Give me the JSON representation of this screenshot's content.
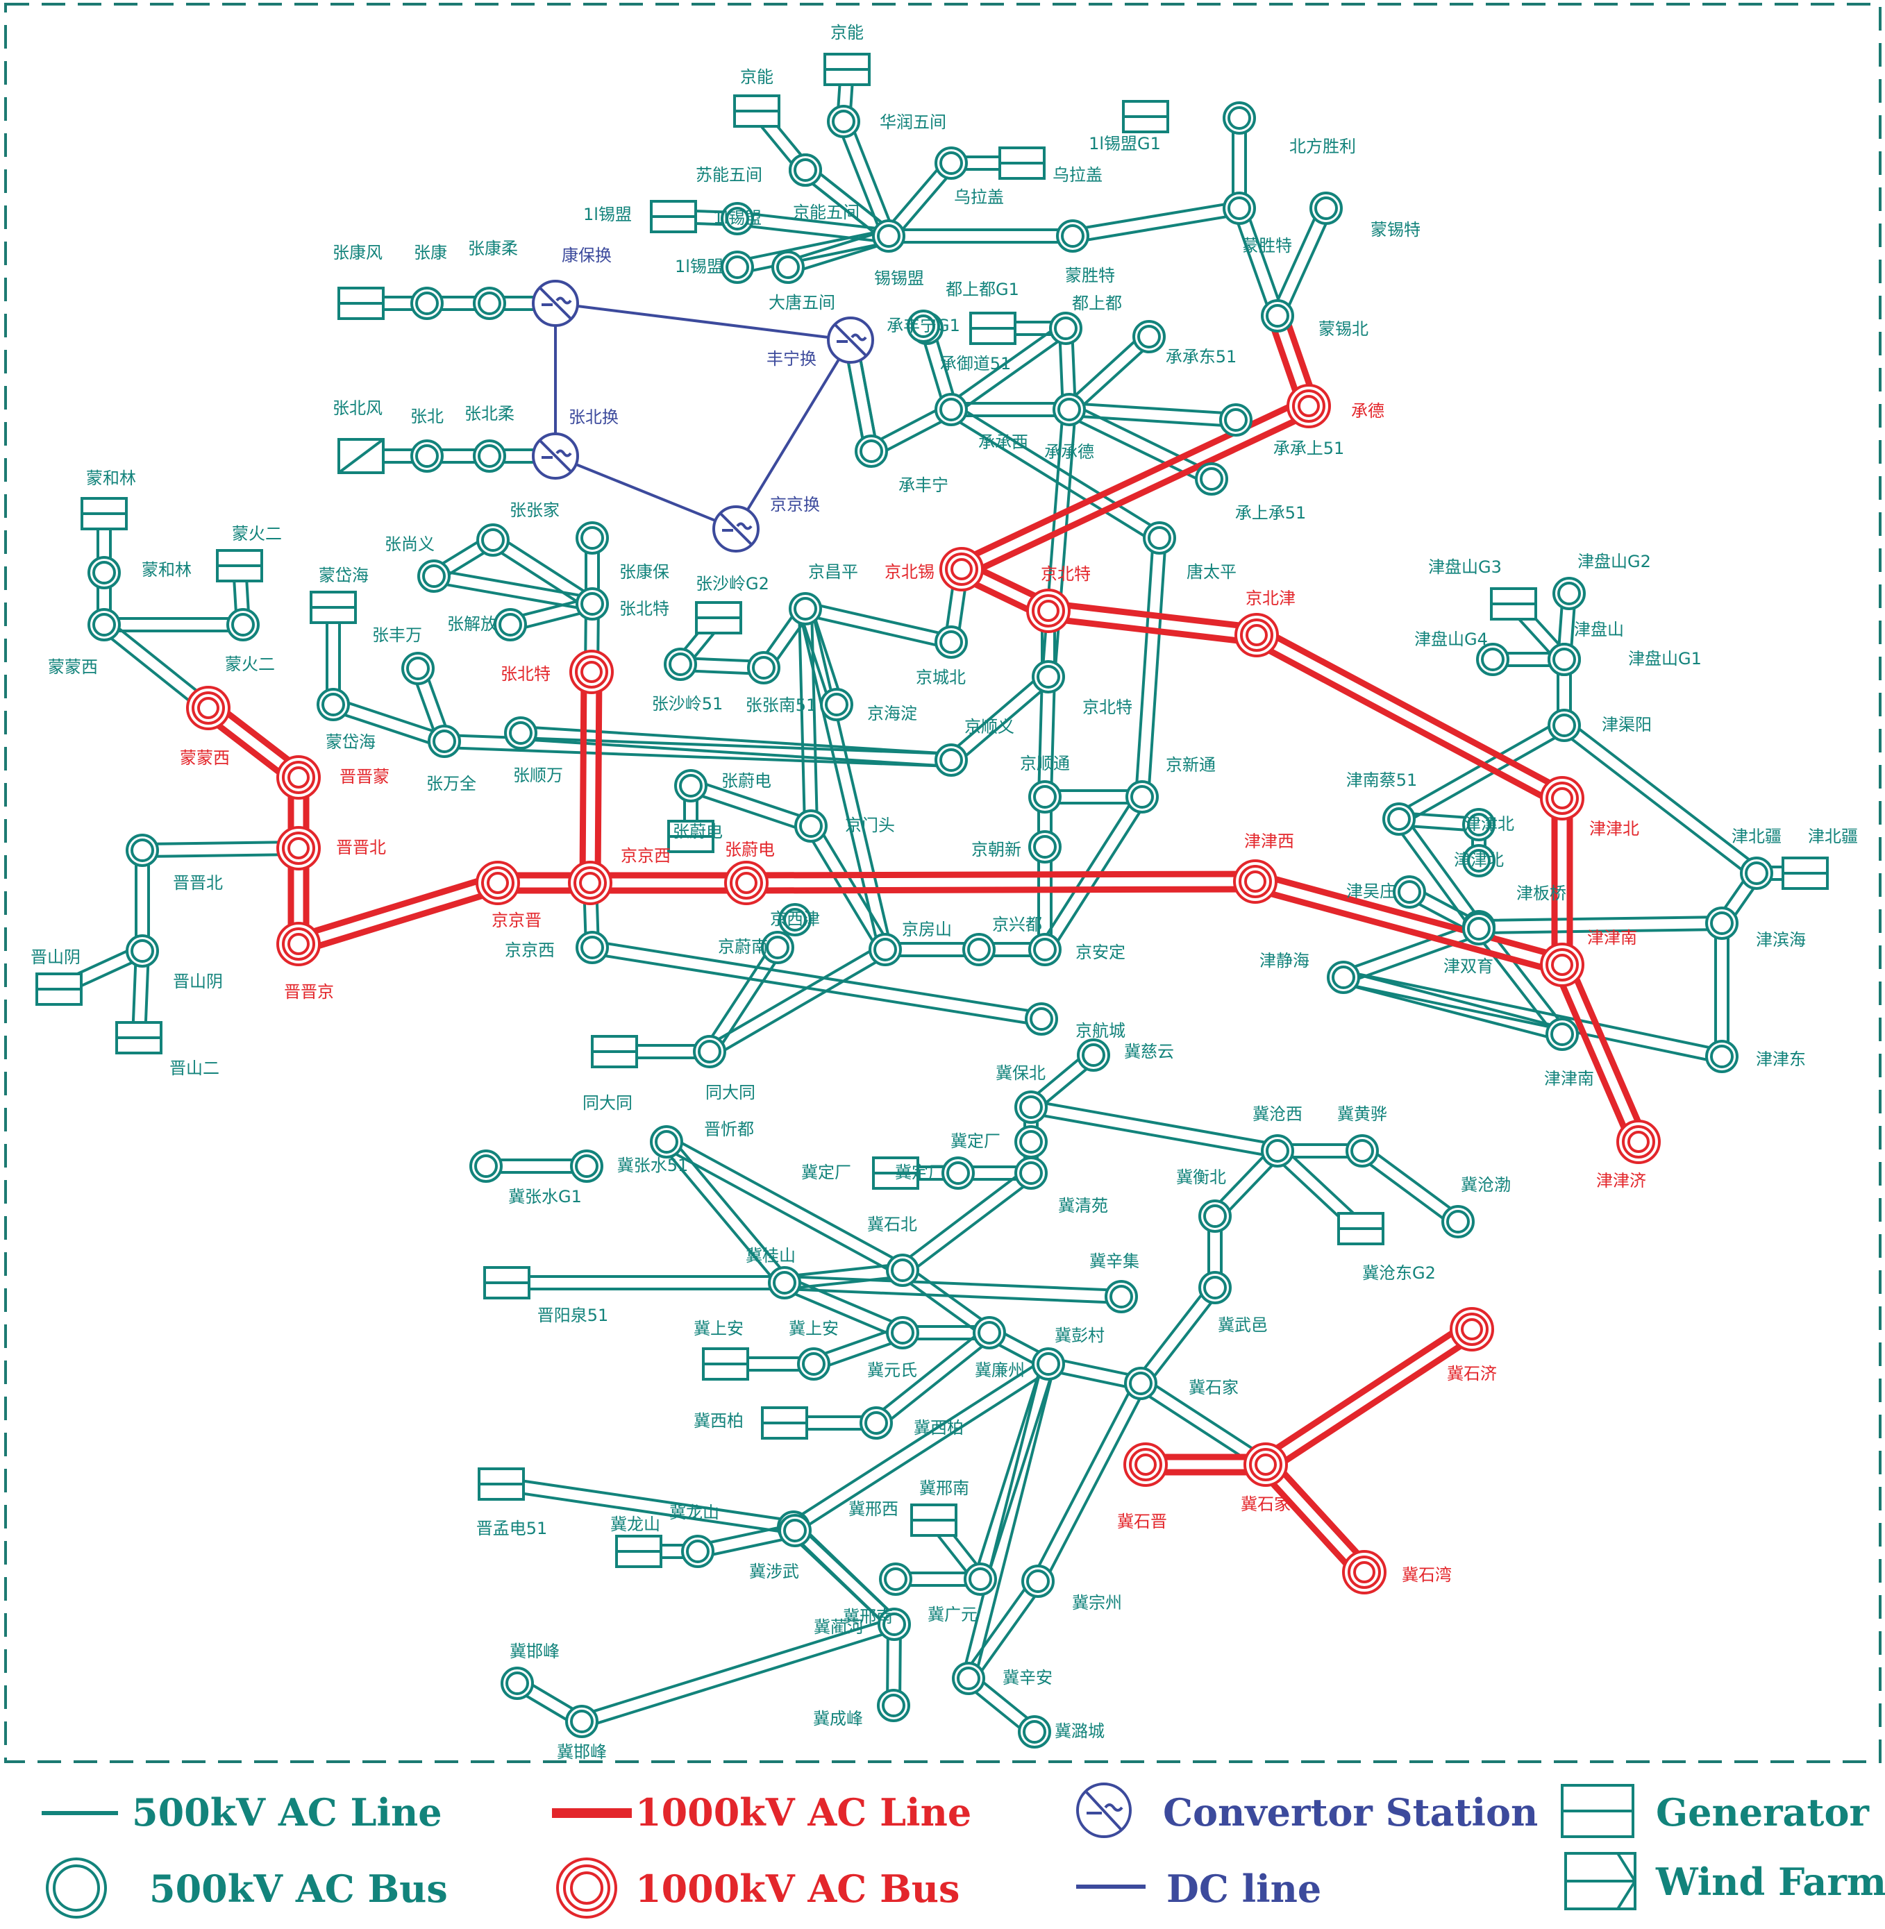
{
  "colors": {
    "ac500": "#12837b",
    "ac1000": "#e3262b",
    "dc": "#3c4a9c",
    "convertor": "#3c4a9c",
    "label_500": "#12837b",
    "label_1000": "#e3262b",
    "border": "#1c7a72"
  },
  "legend": {
    "ac500_line": "500kV AC Line",
    "ac1000_line": "1000kV AC Line",
    "convertor": "Convertor Station",
    "generator": "Generator",
    "ac500_bus": "500kV AC Bus",
    "ac1000_bus": "1000kV AC Bus",
    "dc_line": "DC line",
    "wind_farm": "Wind Farm"
  },
  "nodes": {
    "jingneng1": {
      "label": "京能",
      "kind": "gen"
    },
    "jingneng2": {
      "label": "京能",
      "kind": "gen"
    },
    "huarun": {
      "label": "华润五间",
      "kind": "bus"
    },
    "suneng": {
      "label": "苏能五间",
      "kind": "bus"
    },
    "jingnengwu": {
      "label": "京能五间",
      "kind": "bus"
    },
    "xixi": {
      "label": "锡锡盟",
      "kind": "bus"
    },
    "wula": {
      "label": "乌拉盖",
      "kind": "bus"
    },
    "wulaG": {
      "label": "乌拉盖",
      "kind": "gen"
    },
    "xm1G": {
      "label": "1l锡盟",
      "kind": "gen"
    },
    "xm1": {
      "label": "1l锡盟",
      "kind": "bus"
    },
    "xm2": {
      "label": "1l锡盟",
      "kind": "bus"
    },
    "datang": {
      "label": "大唐五间",
      "kind": "bus"
    },
    "mengsheng": {
      "label": "蒙胜特",
      "kind": "bus"
    },
    "beifang": {
      "label": "北方胜利",
      "kind": "bus"
    },
    "xmG1": {
      "label": "1l锡盟G1",
      "kind": "gen"
    },
    "mengsheng2": {
      "label": "蒙胜特",
      "kind": "bus"
    },
    "mengxi": {
      "label": "蒙锡特",
      "kind": "bus"
    },
    "mengxibei": {
      "label": "蒙锡北",
      "kind": "bus"
    },
    "chengde": {
      "label": "承德",
      "kind": "bus1000"
    },
    "zkfG": {
      "label": "张康风",
      "kind": "gen"
    },
    "zk": {
      "label": "张康",
      "kind": "bus"
    },
    "zkr": {
      "label": "张康柔",
      "kind": "bus"
    },
    "kbh": {
      "label": "康保换",
      "kind": "conv"
    },
    "fnh": {
      "label": "丰宁换",
      "kind": "conv"
    },
    "zbfW": {
      "label": "张北风",
      "kind": "wind"
    },
    "zb": {
      "label": "张北",
      "kind": "bus"
    },
    "zbr": {
      "label": "张北柔",
      "kind": "bus"
    },
    "zbh": {
      "label": "张北换",
      "kind": "conv"
    },
    "jjh": {
      "label": "京京换",
      "kind": "conv"
    },
    "dsdG": {
      "label": "都上都G1",
      "kind": "gen"
    },
    "dsd": {
      "label": "都上都",
      "kind": "bus"
    },
    "cyd51": {
      "label": "承御道51",
      "kind": "bus"
    },
    "ccd51": {
      "label": "承承东51",
      "kind": "bus"
    },
    "ccx": {
      "label": "承承西",
      "kind": "bus"
    },
    "cchd": {
      "label": "承承德",
      "kind": "bus"
    },
    "cfn": {
      "label": "承丰宁",
      "kind": "bus"
    },
    "csc51a": {
      "label": "承上承51",
      "kind": "bus"
    },
    "csc51b": {
      "label": "承承上51",
      "kind": "bus"
    },
    "cfnG1": {
      "label": "承丰宁G1",
      "kind": "bus"
    },
    "tangtp": {
      "label": "唐太平",
      "kind": "bus"
    },
    "jbx": {
      "label": "京北锡",
      "kind": "bus1000"
    },
    "jbt": {
      "label": "京北特",
      "kind": "bus1000"
    },
    "jbj": {
      "label": "京北津",
      "kind": "bus1000"
    },
    "jcb": {
      "label": "京城北",
      "kind": "bus"
    },
    "jbt5": {
      "label": "京北特",
      "kind": "bus"
    },
    "mhlG": {
      "label": "蒙和林",
      "kind": "gen"
    },
    "mhl": {
      "label": "蒙和林",
      "kind": "bus"
    },
    "mhe2G": {
      "label": "蒙火二",
      "kind": "gen"
    },
    "mhe2": {
      "label": "蒙火二",
      "kind": "bus"
    },
    "mmx": {
      "label": "蒙蒙西",
      "kind": "bus"
    },
    "mmx1000": {
      "label": "蒙蒙西",
      "kind": "bus1000"
    },
    "jjm": {
      "label": "晋晋蒙",
      "kind": "bus1000"
    },
    "jjb1000": {
      "label": "晋晋北",
      "kind": "bus1000"
    },
    "jjj": {
      "label": "晋晋京",
      "kind": "bus1000"
    },
    "jjb": {
      "label": "晋晋北",
      "kind": "bus"
    },
    "jsy": {
      "label": "晋山阴",
      "kind": "bus"
    },
    "jsyG": {
      "label": "晋山阴",
      "kind": "gen"
    },
    "js2G": {
      "label": "晋山二",
      "kind": "gen"
    },
    "mdhG": {
      "label": "蒙岱海",
      "kind": "gen"
    },
    "mdh": {
      "label": "蒙岱海",
      "kind": "bus"
    },
    "zsy": {
      "label": "张尚义",
      "kind": "bus"
    },
    "zzj": {
      "label": "张张家",
      "kind": "bus"
    },
    "zkb": {
      "label": "张康保",
      "kind": "bus"
    },
    "zbt": {
      "label": "张北特",
      "kind": "bus"
    },
    "zjf": {
      "label": "张解放",
      "kind": "bus"
    },
    "zfw": {
      "label": "张丰万",
      "kind": "bus"
    },
    "zwq": {
      "label": "张万全",
      "kind": "bus"
    },
    "zsw": {
      "label": "张顺万",
      "kind": "bus"
    },
    "zbt1000": {
      "label": "张北特",
      "kind": "bus1000"
    },
    "zslG2G": {
      "label": "张沙岭G2",
      "kind": "gen"
    },
    "zsl51": {
      "label": "张沙岭51",
      "kind": "bus"
    },
    "zzn51": {
      "label": "张张南51",
      "kind": "bus"
    },
    "jcp": {
      "label": "京昌平",
      "kind": "bus"
    },
    "jhd": {
      "label": "京海淀",
      "kind": "bus"
    },
    "jsy2": {
      "label": "京顺义",
      "kind": "bus"
    },
    "jst": {
      "label": "京顺通",
      "kind": "bus"
    },
    "jxt": {
      "label": "京新通",
      "kind": "bus"
    },
    "zydG": {
      "label": "张蔚电",
      "kind": "gen"
    },
    "zyd": {
      "label": "张蔚电",
      "kind": "bus"
    },
    "jmt": {
      "label": "京门头",
      "kind": "bus"
    },
    "jcx": {
      "label": "京朝新",
      "kind": "bus"
    },
    "jjx1000": {
      "label": "京京西",
      "kind": "bus1000"
    },
    "jjp": {
      "label": "京京晋",
      "kind": "bus1000"
    },
    "zyd1000": {
      "label": "张蔚电",
      "kind": "bus1000"
    },
    "jxj": {
      "label": "京西津",
      "kind": "bus"
    },
    "jjx": {
      "label": "京京西",
      "kind": "bus"
    },
    "jyn": {
      "label": "京蔚南",
      "kind": "bus"
    },
    "jfs": {
      "label": "京房山",
      "kind": "bus"
    },
    "jxd": {
      "label": "京兴都",
      "kind": "bus"
    },
    "jad": {
      "label": "京安定",
      "kind": "bus"
    },
    "jhc": {
      "label": "京航城",
      "kind": "bus"
    },
    "tddG": {
      "label": "同大同",
      "kind": "gen"
    },
    "tdd": {
      "label": "同大同",
      "kind": "bus"
    },
    "tjx": {
      "label": "津津西",
      "kind": "bus1000"
    },
    "tjb1000": {
      "label": "津津北",
      "kind": "bus1000"
    },
    "tjn1000": {
      "label": "津津南",
      "kind": "bus1000"
    },
    "tjj": {
      "label": "津津济",
      "kind": "bus1000"
    },
    "tpsG3": {
      "label": "津盘山G3",
      "kind": "gen"
    },
    "tpsG2": {
      "label": "津盘山G2",
      "kind": "bus"
    },
    "tpsG4": {
      "label": "津盘山G4",
      "kind": "bus"
    },
    "tps": {
      "label": "津盘山",
      "kind": "bus"
    },
    "tpsG1": {
      "label": "津盘山G1",
      "kind": "bus"
    },
    "tqy": {
      "label": "津渠阳",
      "kind": "bus"
    },
    "tnc51": {
      "label": "津南蔡51",
      "kind": "bus"
    },
    "tjb": {
      "label": "津津北",
      "kind": "bus"
    },
    "tjb2": {
      "label": "津津北",
      "kind": "bus"
    },
    "twz": {
      "label": "津吴庄",
      "kind": "bus"
    },
    "tbq": {
      "label": "津板桥",
      "kind": "bus"
    },
    "tbj": {
      "label": "津北疆",
      "kind": "bus"
    },
    "tbjG": {
      "label": "津北疆",
      "kind": "gen"
    },
    "tsy": {
      "label": "津双育",
      "kind": "bus"
    },
    "tjh": {
      "label": "津静海",
      "kind": "bus"
    },
    "tbh": {
      "label": "津滨海",
      "kind": "bus"
    },
    "tjd": {
      "label": "津津东",
      "kind": "bus"
    },
    "tjn": {
      "label": "津津南",
      "kind": "bus"
    },
    "jbb": {
      "label": "冀保北",
      "kind": "bus"
    },
    "jcy": {
      "label": "冀慈云",
      "kind": "bus"
    },
    "jdc": {
      "label": "冀定厂",
      "kind": "bus"
    },
    "jdcG": {
      "label": "冀定厂",
      "kind": "gen"
    },
    "jdc2": {
      "label": "冀定厂",
      "kind": "bus"
    },
    "jqy": {
      "label": "冀清苑",
      "kind": "bus"
    },
    "jzs": {
      "label": "冀张水51",
      "kind": "bus"
    },
    "jzsG1": {
      "label": "冀张水G1",
      "kind": "bus"
    },
    "jxd2": {
      "label": "晋忻都",
      "kind": "bus"
    },
    "jcx2": {
      "label": "冀沧西",
      "kind": "bus"
    },
    "jhh": {
      "label": "冀黄骅",
      "kind": "bus"
    },
    "jhb": {
      "label": "冀衡北",
      "kind": "bus"
    },
    "jcb2": {
      "label": "冀沧渤",
      "kind": "bus"
    },
    "jcdG2": {
      "label": "冀沧东G2",
      "kind": "gen"
    },
    "jsb": {
      "label": "冀石北",
      "kind": "bus"
    },
    "jgs": {
      "label": "冀桂山",
      "kind": "bus"
    },
    "jyqG": {
      "label": "晋阳泉51",
      "kind": "gen"
    },
    "jxj2": {
      "label": "冀辛集",
      "kind": "bus"
    },
    "jwy": {
      "label": "冀武邑",
      "kind": "bus"
    },
    "jsaG": {
      "label": "冀上安",
      "kind": "gen"
    },
    "jsa": {
      "label": "冀上安",
      "kind": "bus"
    },
    "jys": {
      "label": "冀元氏",
      "kind": "bus"
    },
    "jlz": {
      "label": "冀廉州",
      "kind": "bus"
    },
    "jpc": {
      "label": "冀彭村",
      "kind": "bus"
    },
    "jsj": {
      "label": "冀石家",
      "kind": "bus"
    },
    "jsj1000": {
      "label": "冀石济",
      "kind": "bus1000"
    },
    "jsjia": {
      "label": "冀石家",
      "kind": "bus1000"
    },
    "jsjin": {
      "label": "冀石晋",
      "kind": "bus1000"
    },
    "jsw": {
      "label": "冀石湾",
      "kind": "bus1000"
    },
    "jxbG": {
      "label": "冀西柏",
      "kind": "gen"
    },
    "jxb": {
      "label": "冀西柏",
      "kind": "bus"
    },
    "jmdG": {
      "label": "晋孟电51",
      "kind": "gen"
    },
    "jxx": {
      "label": "冀邢西",
      "kind": "bus"
    },
    "jxnG": {
      "label": "冀邢南",
      "kind": "gen"
    },
    "jxn": {
      "label": "冀邢南",
      "kind": "bus"
    },
    "jlsG": {
      "label": "冀龙山",
      "kind": "gen"
    },
    "jls": {
      "label": "冀龙山",
      "kind": "bus"
    },
    "jsw2": {
      "label": "冀涉武",
      "kind": "bus"
    },
    "jgy": {
      "label": "冀广元",
      "kind": "bus"
    },
    "jzz": {
      "label": "冀宗州",
      "kind": "bus"
    },
    "jlh": {
      "label": "冀蔺河",
      "kind": "bus"
    },
    "jhf1": {
      "label": "冀邯峰",
      "kind": "bus"
    },
    "jhf2": {
      "label": "冀邯峰",
      "kind": "bus"
    },
    "jcf": {
      "label": "冀成峰",
      "kind": "bus"
    },
    "jxa": {
      "label": "冀辛安",
      "kind": "bus"
    },
    "jlc": {
      "label": "冀潞城",
      "kind": "bus"
    }
  }
}
